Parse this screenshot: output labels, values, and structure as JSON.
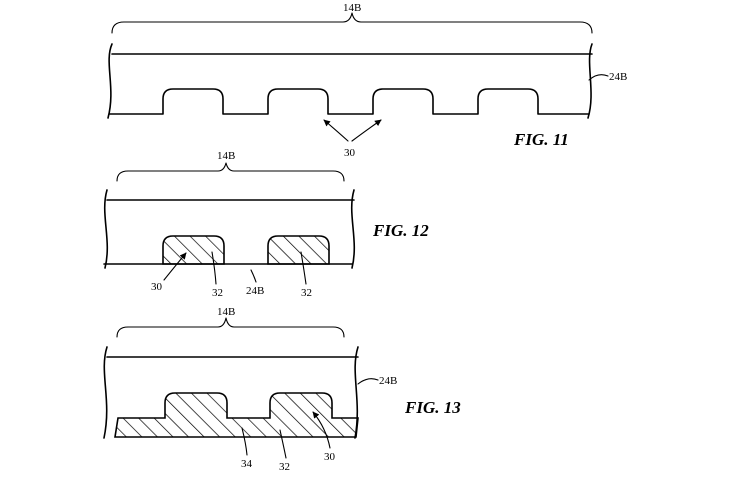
{
  "figures": [
    {
      "title": "FIG. 11",
      "labels": {
        "brace": "14B",
        "layer": "24B",
        "recess": "30"
      }
    },
    {
      "title": "FIG. 12",
      "labels": {
        "brace": "14B",
        "recess": "30",
        "fill_a": "32",
        "layer": "24B",
        "fill_b": "32"
      }
    },
    {
      "title": "FIG. 13",
      "labels": {
        "brace": "14B",
        "layer": "24B",
        "base": "34",
        "fill": "32",
        "recess": "30"
      }
    }
  ]
}
